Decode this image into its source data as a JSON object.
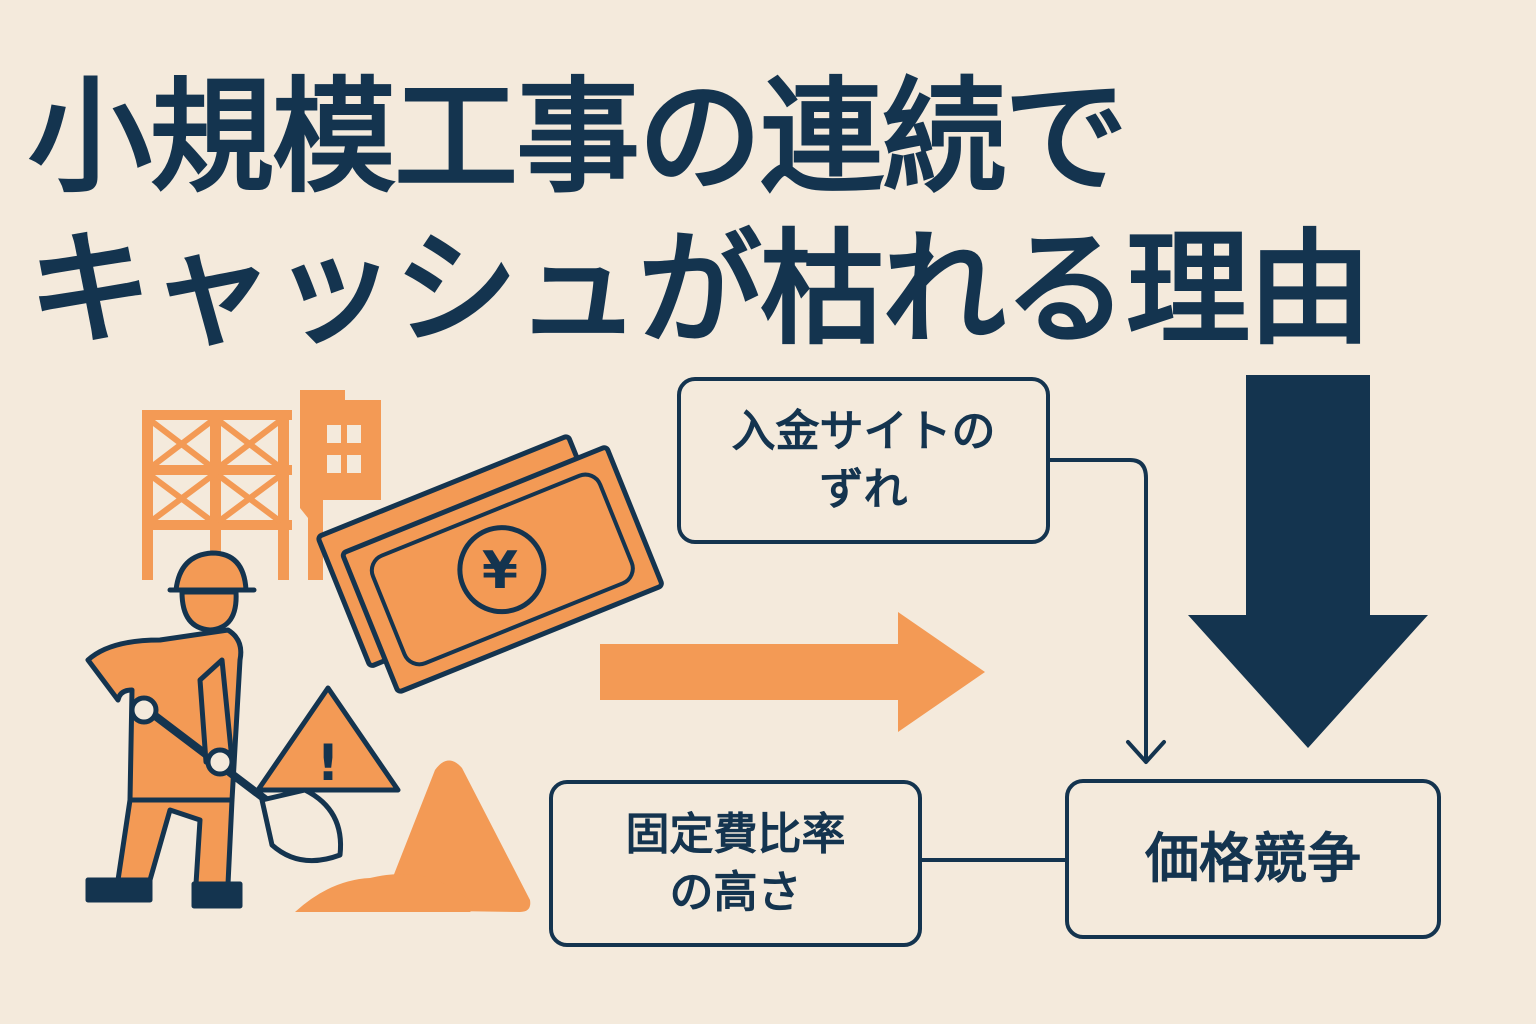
{
  "title": {
    "line1": "小規模工事の連続で",
    "line2": "キャッシュが枯れる理由"
  },
  "boxes": {
    "site_delay": {
      "line1": "入金サイトの",
      "line2": "ずれ"
    },
    "fixed_cost": {
      "line1": "固定費比率",
      "line2": "の高さ"
    },
    "price_competition": {
      "label": "価格競争"
    }
  },
  "banknote_symbol": "¥",
  "warning_symbol": "!",
  "colors": {
    "background": "#f4eadc",
    "navy": "#14344f",
    "orange": "#f39a55",
    "orange_light": "#f5a860"
  },
  "icons": [
    "worker-with-shovel-icon",
    "scaffold-building-icon",
    "yen-banknotes-icon",
    "warning-triangle-icon",
    "soil-pile-icon",
    "right-arrow-icon",
    "down-arrow-icon"
  ]
}
